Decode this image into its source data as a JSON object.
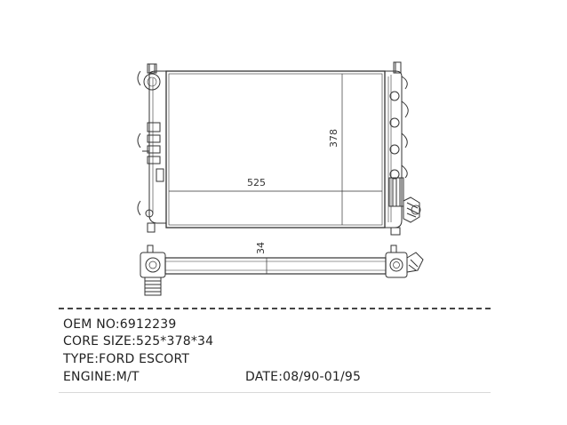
{
  "drawing": {
    "dimensions": {
      "width": "525",
      "height": "378",
      "thickness": "34"
    }
  },
  "specs": {
    "oem": "OEM NO:6912239",
    "core_size": "CORE SIZE:525*378*34",
    "type": "TYPE:FORD ESCORT",
    "engine": "ENGINE:M/T",
    "date": "DATE:08/90-01/95"
  }
}
